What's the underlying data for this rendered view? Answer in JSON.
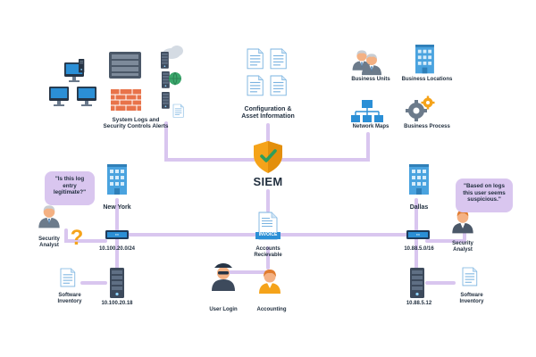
{
  "diagram": {
    "center": {
      "title": "SIEM"
    },
    "top_groups": {
      "left": {
        "label_lines": [
          "System Logs and",
          "Security Controls Alerts"
        ]
      },
      "middle": {
        "label_lines": [
          "Configuration &",
          "Asset Information"
        ]
      },
      "right_items": {
        "business_units": "Business Units",
        "business_locations": "Business Locations",
        "network_maps": "Network Maps",
        "business_process": "Business Process"
      }
    },
    "sites": {
      "left": {
        "name": "New York",
        "subnet": "10.100.20.0/24",
        "host": "10.100.20.18",
        "analyst_label_lines": [
          "Security",
          "Analyst"
        ],
        "bubble_lines": [
          "\"Is this log",
          "entry",
          "legitimate?\""
        ],
        "software_label_lines": [
          "Software",
          "Inventory"
        ]
      },
      "right": {
        "name": "Dallas",
        "subnet": "10.88.5.0/16",
        "host": "10.88.5.12",
        "analyst_label_lines": [
          "Security",
          "Analyst"
        ],
        "bubble_lines": [
          "\"Based on logs",
          "this user seems",
          "suspicious.\""
        ],
        "software_label_lines": [
          "Software",
          "Inventory"
        ]
      }
    },
    "center_bottom": {
      "document_tag": "INVOICE",
      "document_label_lines": [
        "Accounts",
        "Recievable"
      ],
      "user_login": "User Login",
      "accounting": "Accounting"
    },
    "colors": {
      "connector": "#d9c6ef",
      "shield": "#f5a31a",
      "check": "#2e9e5b",
      "server": "#3d4a5c",
      "monitor": "#2b8fd6",
      "building": "#4aa3df",
      "firewall": "#e8734a",
      "person_skin": "#f4b183",
      "question": "#f5a31a"
    }
  }
}
